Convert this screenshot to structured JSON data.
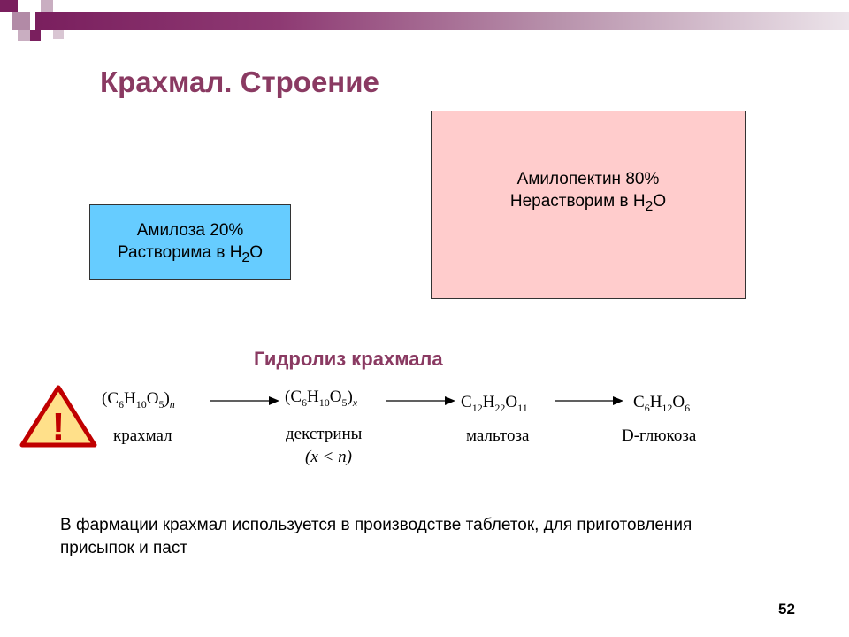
{
  "slide": {
    "title": "Крахмал. Строение",
    "subtitle": "Гидролиз крахмала",
    "page_number": "52"
  },
  "amylose": {
    "line1": "Амилоза 20%",
    "line2_prefix": "Растворима в H",
    "sub": "2",
    "suffix": "O",
    "color": "#66ccff"
  },
  "amylopectin": {
    "line1": "Амилопектин 80%",
    "line2_prefix": "Нерастворим в H",
    "sub": "2",
    "suffix": "O",
    "color": "#ffcccc"
  },
  "reaction": {
    "starch": {
      "formula": [
        "(C",
        "6",
        "H",
        "10",
        "O",
        "5",
        ")",
        "n"
      ],
      "name": "крахмал"
    },
    "dextrins": {
      "formula": [
        "(C",
        "6",
        "H",
        "10",
        "O",
        "5",
        ")",
        "x"
      ],
      "name": "декстрины",
      "condition": "(x < n)"
    },
    "maltose": {
      "formula": [
        "C",
        "12",
        "H",
        "22",
        "O",
        "11"
      ],
      "name": "мальтоза"
    },
    "glucose": {
      "formula": [
        "C",
        "6",
        "H",
        "12",
        "O",
        "6"
      ],
      "name": "D-глюкоза"
    }
  },
  "warning": {
    "icon": "warning-triangle-icon",
    "symbol": "!"
  },
  "note": "В фармации крахмал используется в производстве таблеток, для приготовления присыпок и паст",
  "colors": {
    "accent": "#8a3a62",
    "bar": "#7a1f5e"
  }
}
